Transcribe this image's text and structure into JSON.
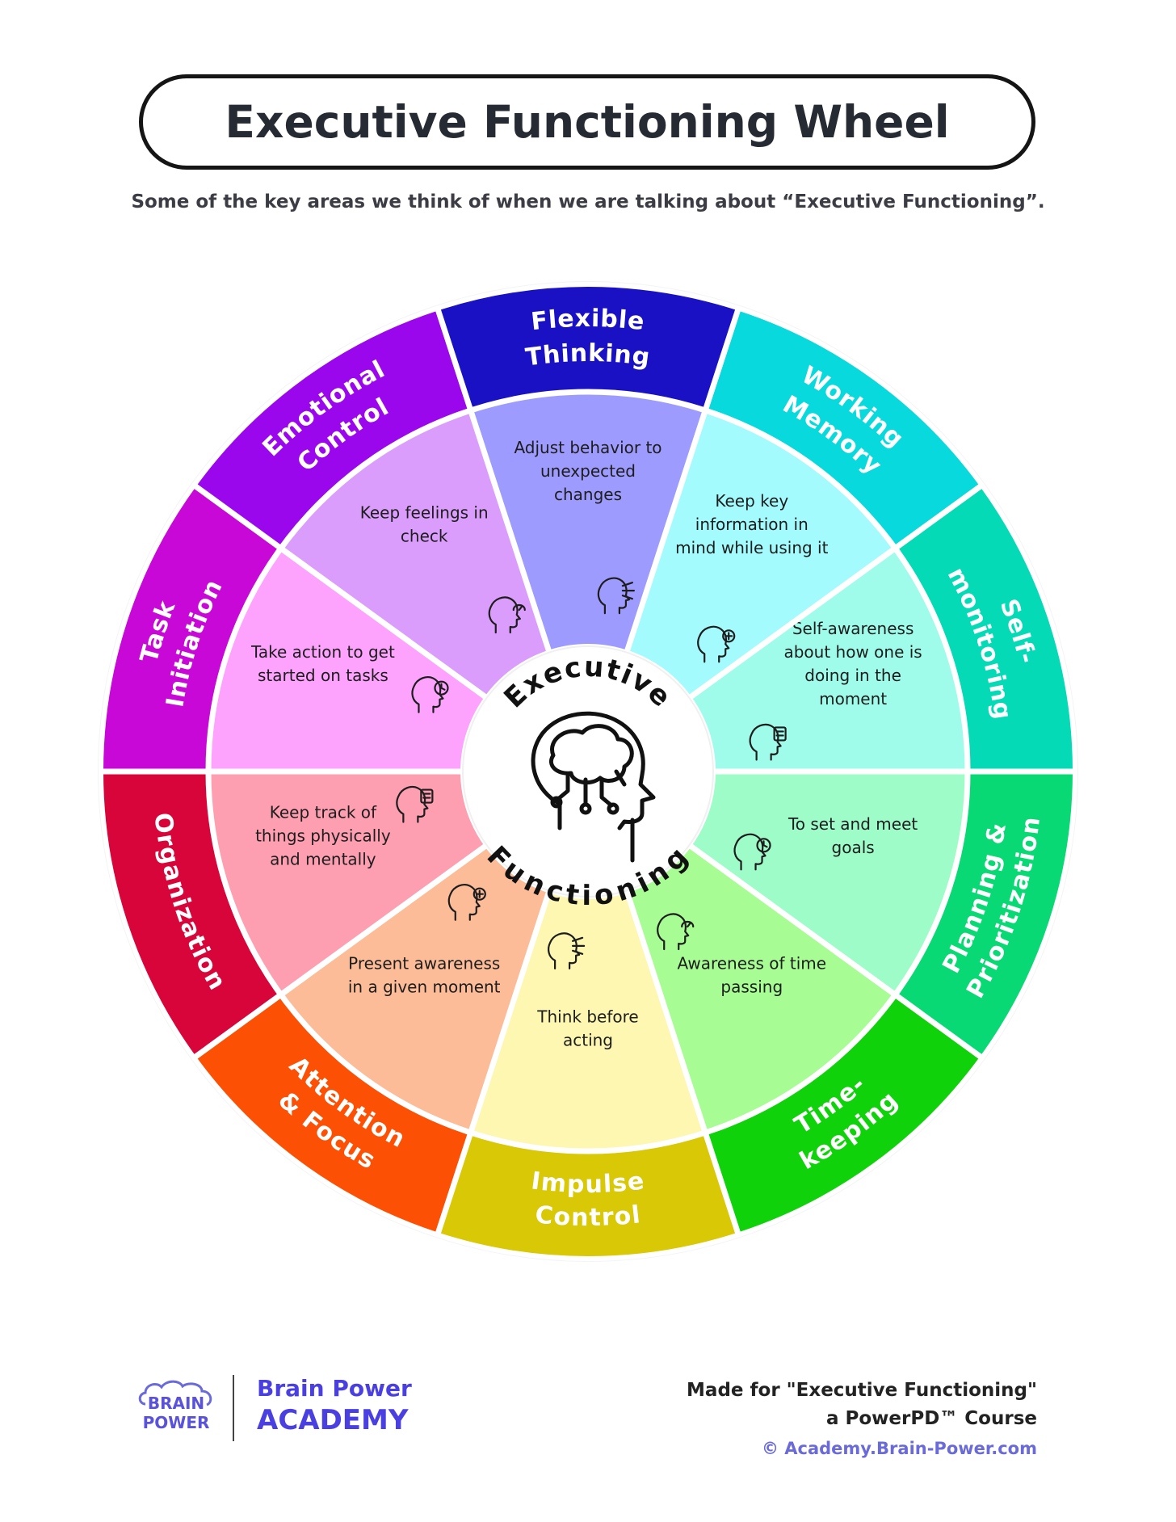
{
  "header": {
    "title": "Executive Functioning Wheel",
    "subtitle": "Some of the key areas we think of when we are talking about “Executive Functioning”."
  },
  "wheel": {
    "center": {
      "top_text": "Executive",
      "bottom_text": "Functioning",
      "icon": "head-brain-circuit-icon"
    },
    "segments": [
      {
        "label": [
          "Flexible",
          "Thinking"
        ],
        "description": [
          "Adjust behavior to",
          "unexpected",
          "changes"
        ],
        "icon": "head-arrows-icon",
        "outer_color": "#1a10c4",
        "inner_color": "#9d9bfd"
      },
      {
        "label": [
          "Working",
          "Memory"
        ],
        "description": [
          "Keep key",
          "information in",
          "mind while using it"
        ],
        "icon": "head-chess-knight-icon",
        "outer_color": "#07d9dc",
        "inner_color": "#a4fbfd"
      },
      {
        "label": [
          "Self-",
          "monitoring"
        ],
        "description": [
          "Self-awareness",
          "about how one is",
          "doing in the",
          "moment"
        ],
        "icon": "head-flower-icon",
        "outer_color": "#04dbb6",
        "inner_color": "#a0fcea"
      },
      {
        "label": [
          "Planning &",
          "Prioritization"
        ],
        "description": [
          "To set and meet",
          "goals"
        ],
        "icon": "head-calendar-icon",
        "outer_color": "#09d975",
        "inner_color": "#9efcc9"
      },
      {
        "label": [
          "Time-",
          "keeping"
        ],
        "description": [
          "Awareness of time",
          "passing"
        ],
        "icon": "head-clock-icon",
        "outer_color": "#10d20b",
        "inner_color": "#a7fc94"
      },
      {
        "label": [
          "Impulse",
          "Control"
        ],
        "description": [
          "Think before",
          "acting"
        ],
        "icon": "head-gauge-icon",
        "outer_color": "#d8c805",
        "inner_color": "#fdf7b2"
      },
      {
        "label": [
          "Attention",
          "& Focus"
        ],
        "description": [
          "Present awareness",
          "in a given moment"
        ],
        "icon": "head-target-icon",
        "outer_color": "#fc5104",
        "inner_color": "#fdbc98"
      },
      {
        "label": [
          "Organization"
        ],
        "description": [
          "Keep track of",
          "things physically",
          "and mentally"
        ],
        "icon": "head-flowchart-icon",
        "outer_color": "#d8053a",
        "inner_color": "#fd9fb1"
      },
      {
        "label": [
          "Task",
          "Initiation"
        ],
        "description": [
          "Take action to get",
          "started on tasks"
        ],
        "icon": "head-checklist-icon",
        "outer_color": "#c808d6",
        "inner_color": "#fda3fd"
      },
      {
        "label": [
          "Emotional",
          "Control"
        ],
        "description": [
          "Keep feelings in",
          "check"
        ],
        "icon": "head-storm-cloud-icon",
        "outer_color": "#9b07ec",
        "inner_color": "#db9dfb"
      }
    ]
  },
  "footer": {
    "logo_text_top": "BRAIN",
    "logo_text_bottom": "POWER",
    "academy_line1": "Brain Power",
    "academy_line2": "ACADEMY",
    "made_line1": "Made for \"Executive Functioning\"",
    "made_line2": "a PowerPD™ Course",
    "site": "©  Academy.Brain-Power.com",
    "accent_color": "#4a3fe0"
  }
}
